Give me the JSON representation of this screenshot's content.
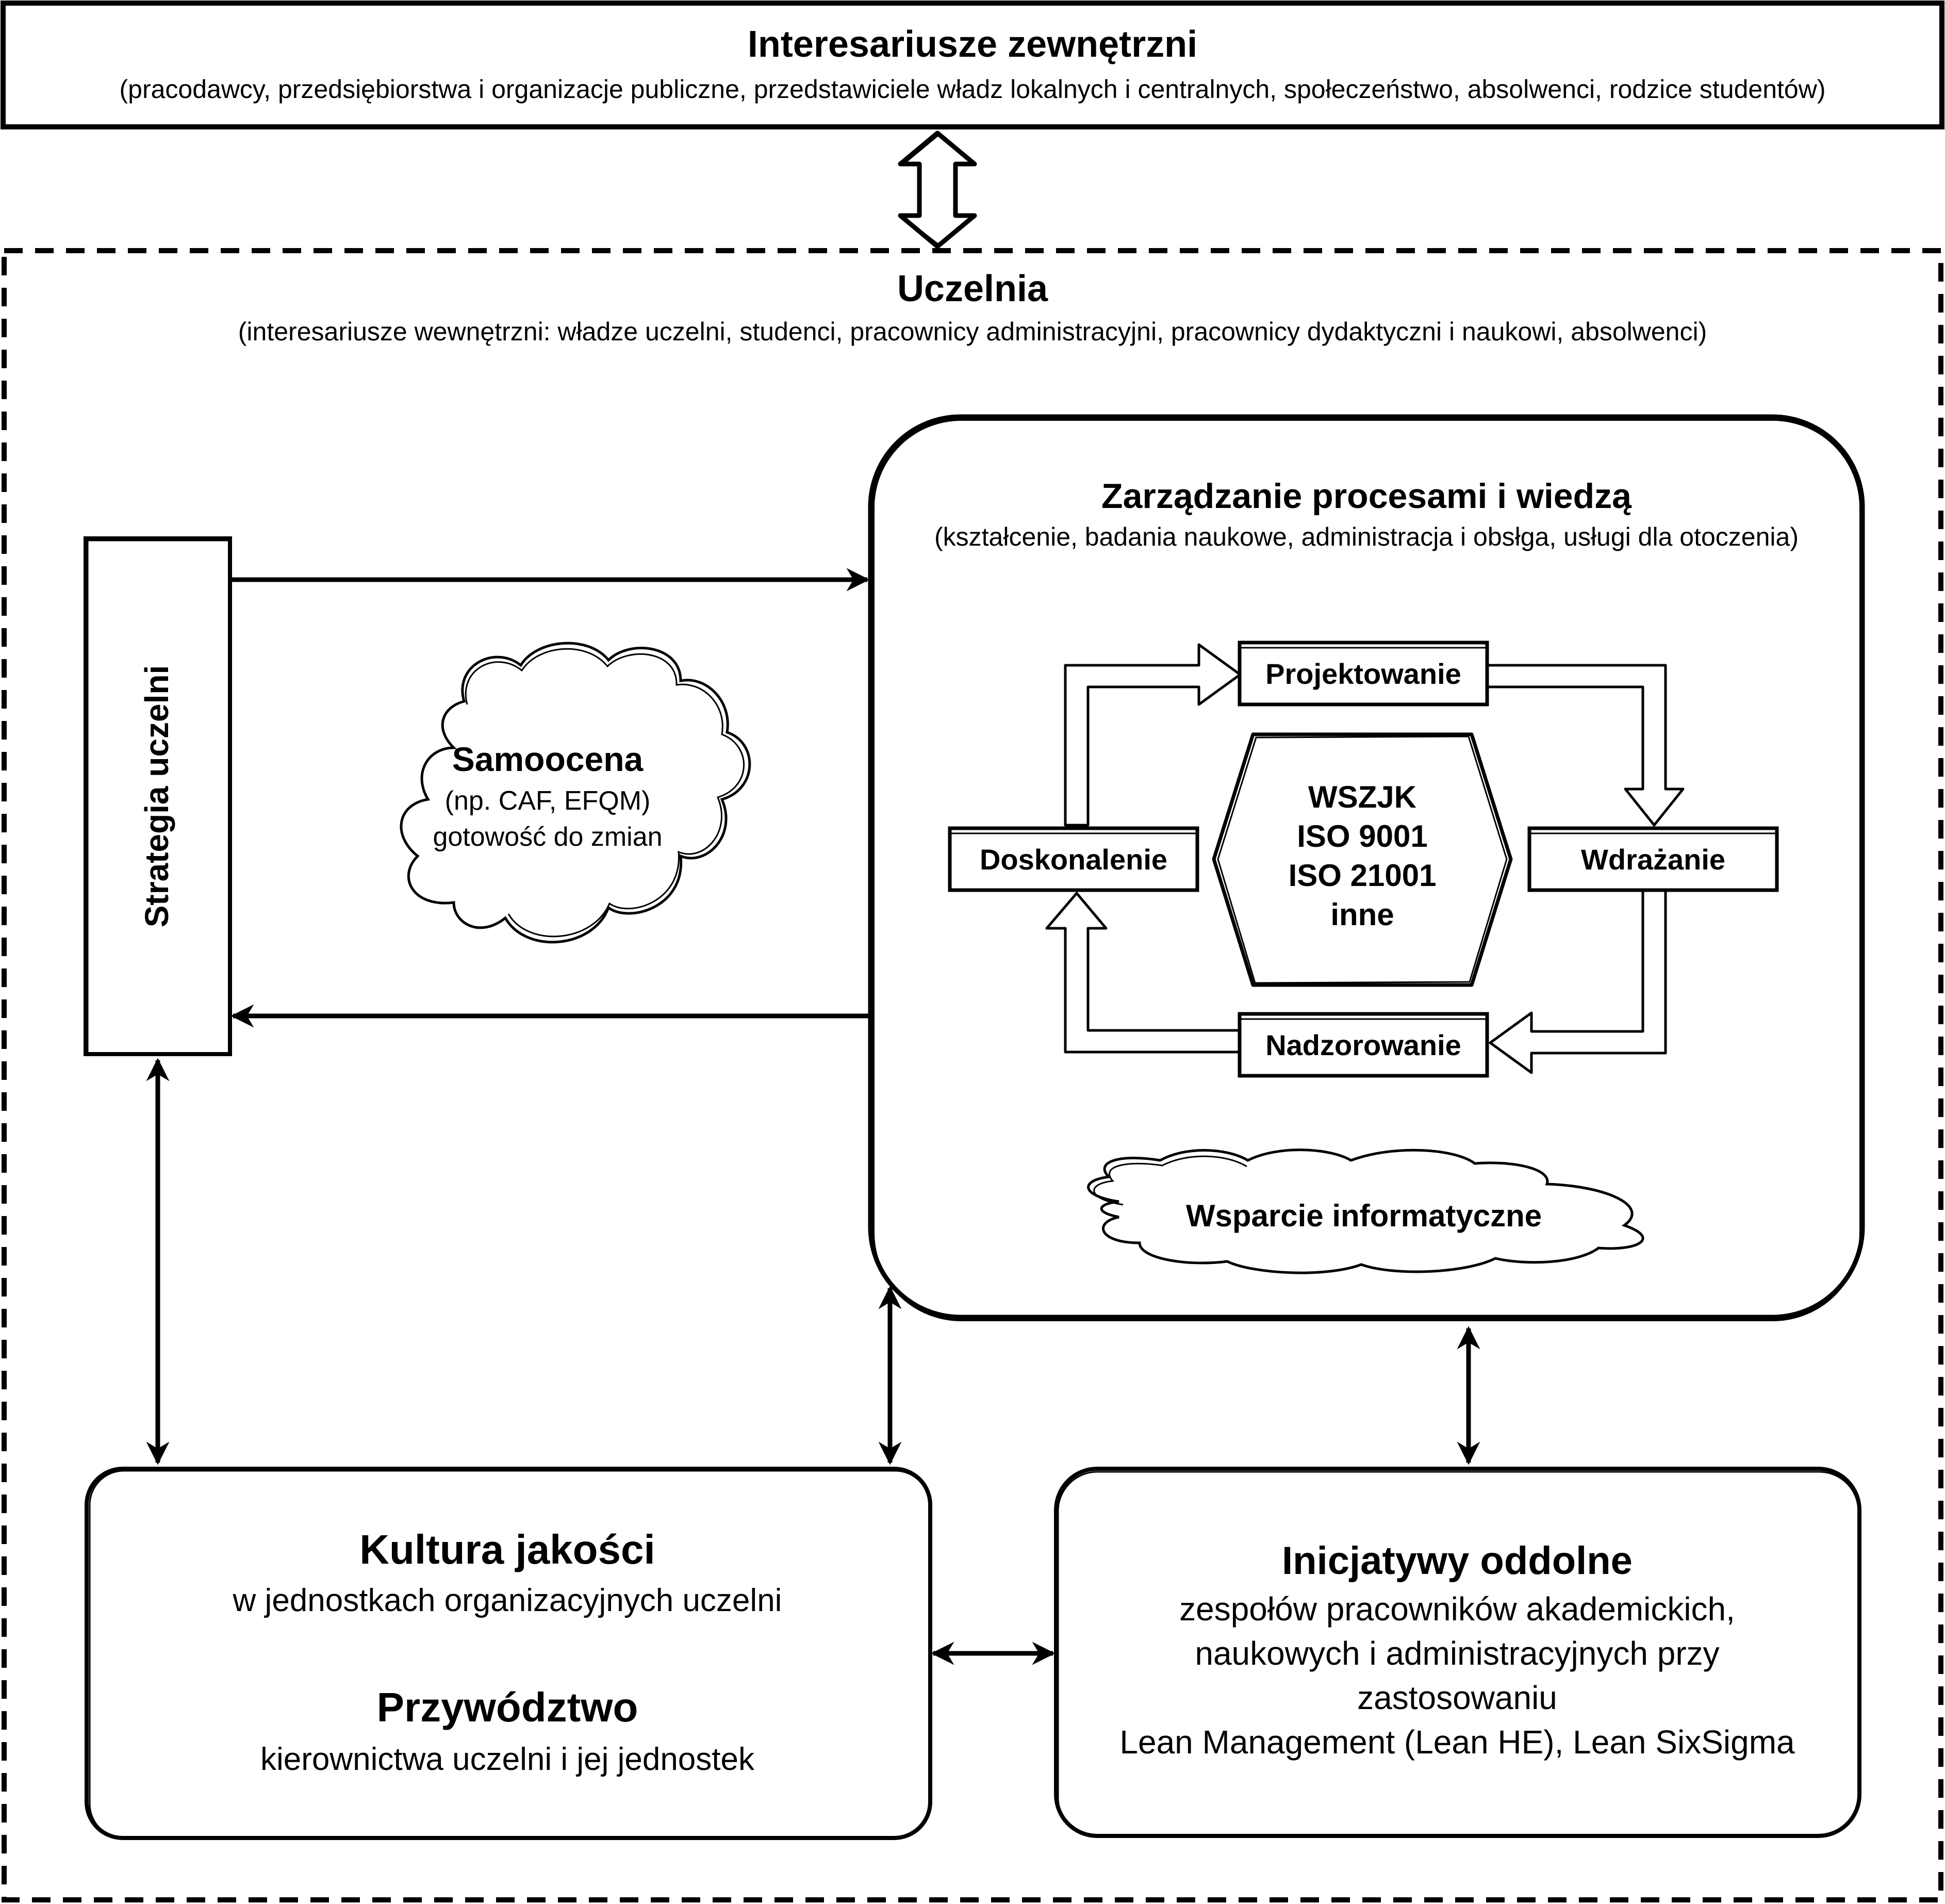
{
  "external": {
    "title": "Interesariusze zewnętrzni",
    "subtitle": "(pracodawcy, przedsiębiorstwa i organizacje publiczne, przedstawiciele władz lokalnych i centralnych, społeczeństwo, absolwenci, rodzice studentów)"
  },
  "university": {
    "title": "Uczelnia",
    "subtitle": "(interesariusze wewnętrzni: władze uczelni, studenci, pracownicy administracyjni, pracownicy dydaktyczni i naukowi, absolwenci)"
  },
  "strategy": {
    "label": "Strategia uczelni"
  },
  "self_assessment": {
    "title": "Samoocena",
    "line1": "(np. CAF, EFQM)",
    "line2": "gotowość do zmian"
  },
  "process_mgmt": {
    "title": "Zarządzanie procesami i wiedzą",
    "subtitle": "(kształcenie, badania naukowe, administracja i obsłga, usługi dla otoczenia)",
    "cycle": {
      "design": "Projektowanie",
      "implement": "Wdrażanie",
      "supervise": "Nadzorowanie",
      "improve": "Doskonalenie"
    },
    "center": [
      "WSZJK",
      "ISO 9001",
      "ISO 21001",
      "inne"
    ],
    "it_support": "Wsparcie informatyczne"
  },
  "quality_culture": {
    "title": "Kultura jakości",
    "subtitle": "w jednostkach organizacyjnych uczelni",
    "title2": "Przywództwo",
    "subtitle2": "kierownictwa uczelni i jej jednostek"
  },
  "grassroots": {
    "title": "Inicjatywy oddolne",
    "lines": [
      "zespołów pracowników akademickich,",
      "naukowych i administracyjnych przy",
      "zastosowaniu",
      "Lean Management (Lean HE), Lean SixSigma"
    ]
  }
}
